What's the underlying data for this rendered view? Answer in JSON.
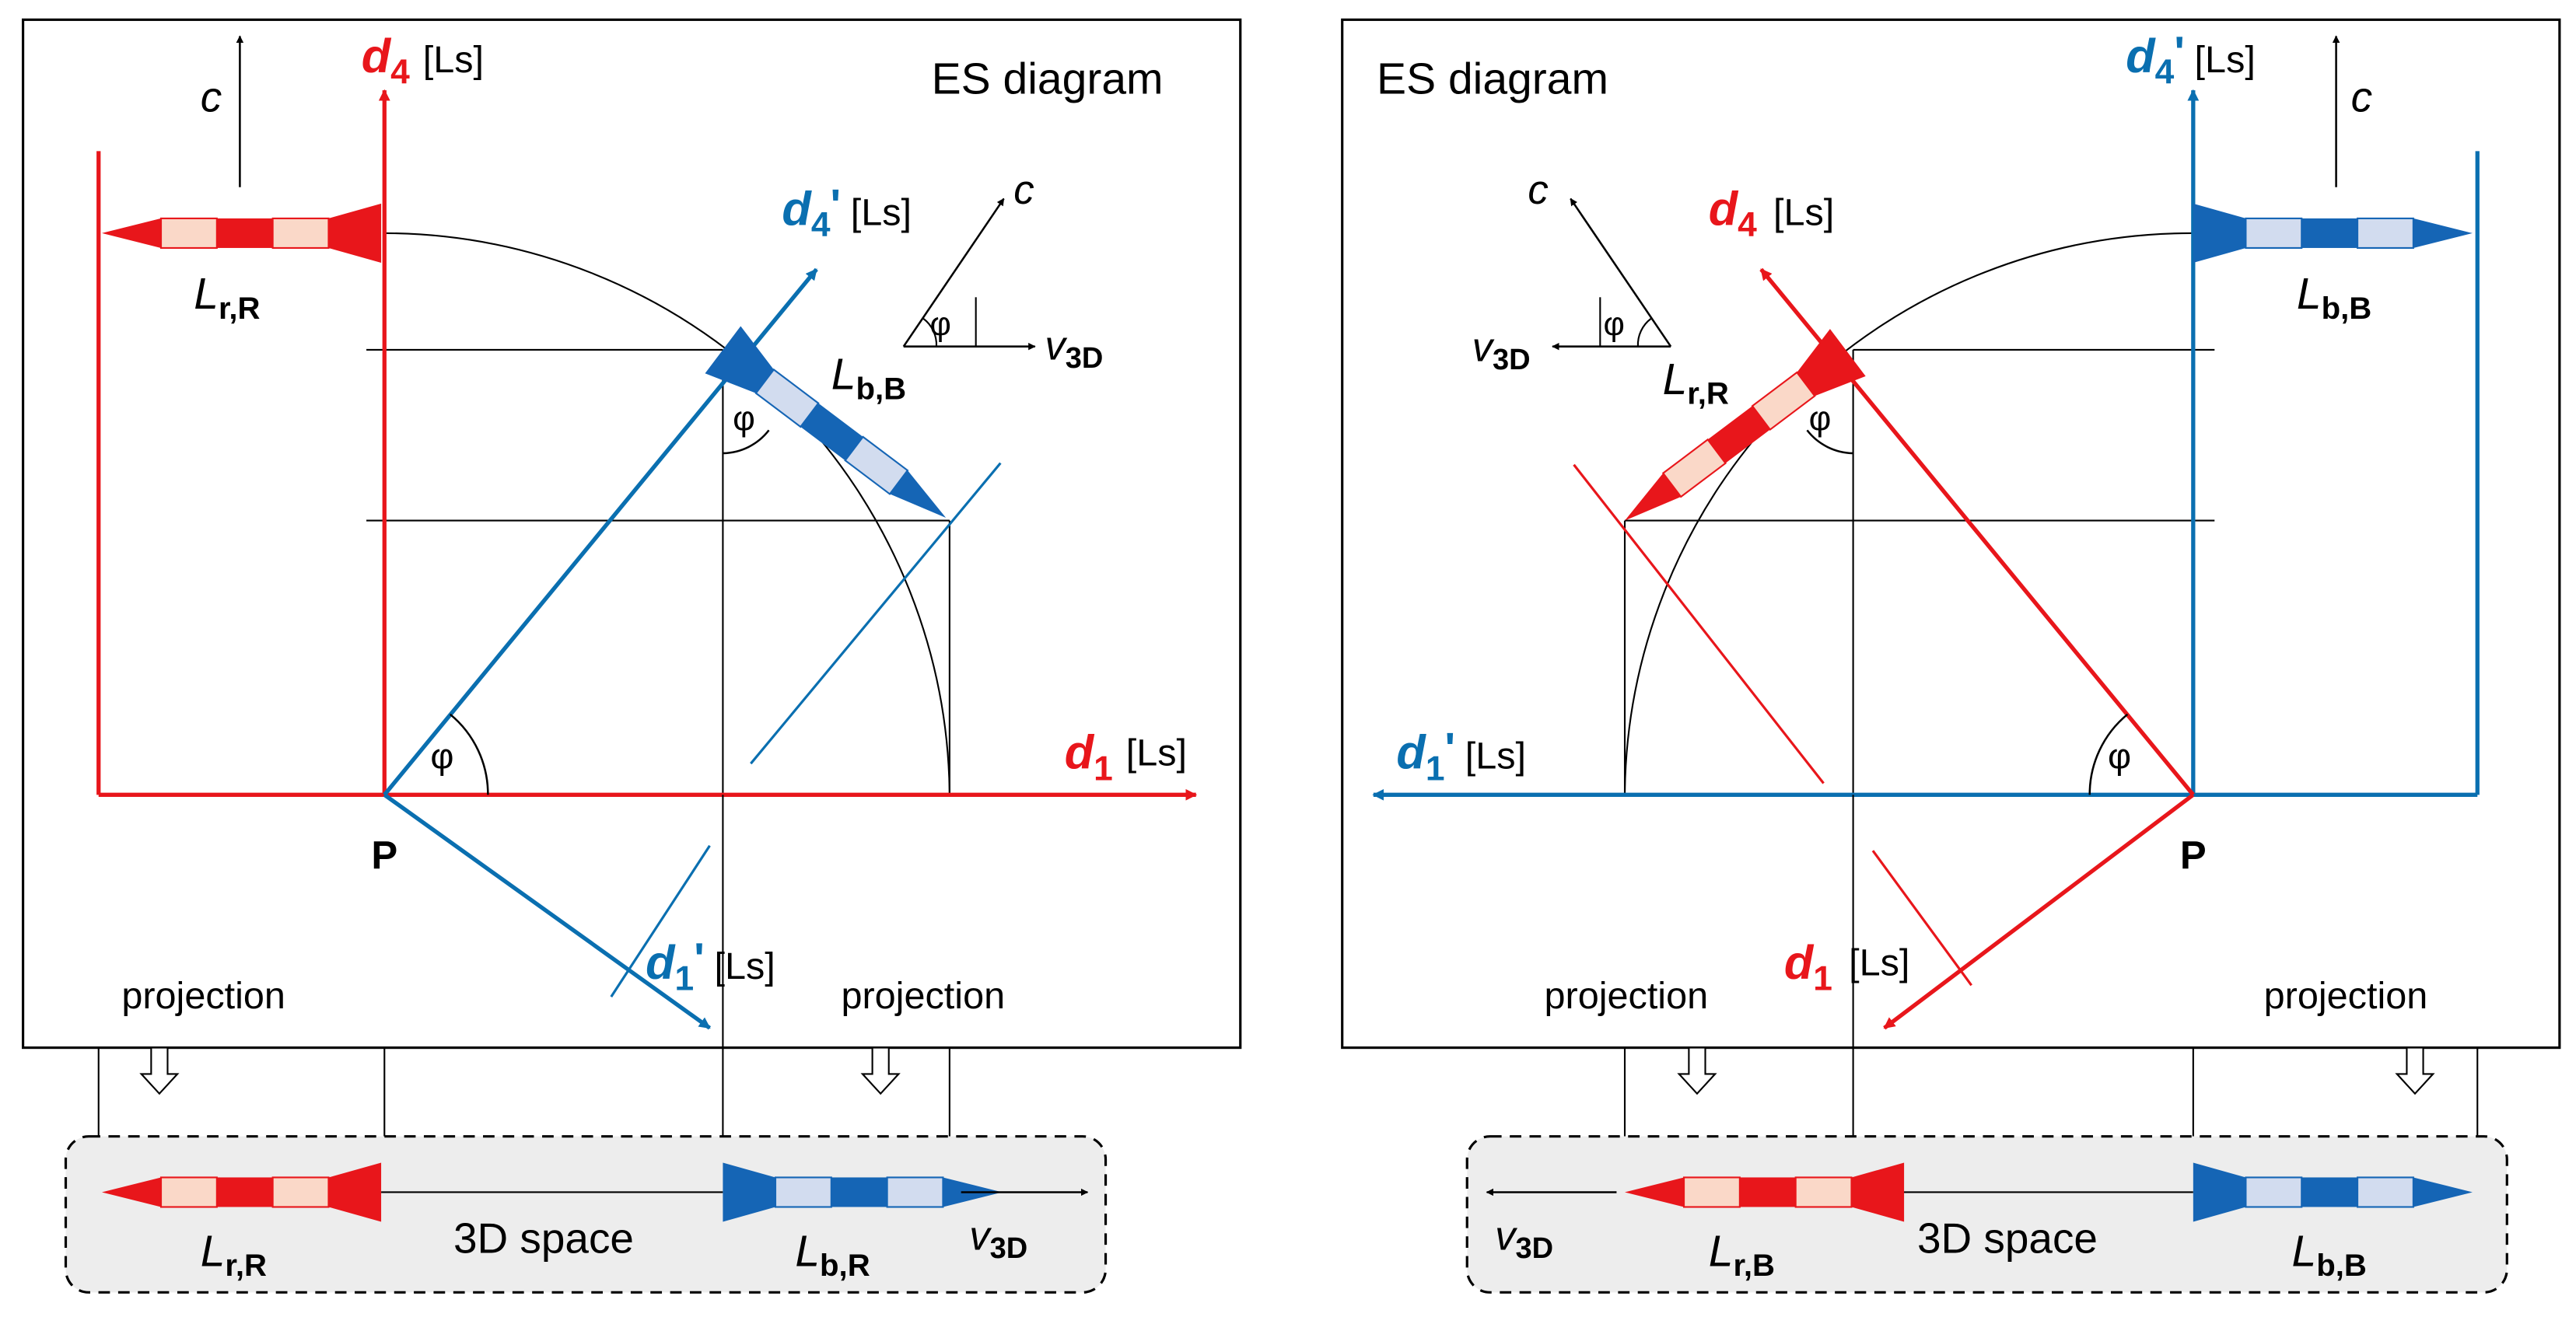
{
  "colors": {
    "red": "#e8161b",
    "blue": "#0a6fb0",
    "dark_blue": "#1565b5",
    "light_blue": "#d2dcef",
    "light_red": "#fad8c8",
    "panel_gray": "#ededed",
    "black": "#000000"
  },
  "left": {
    "title": "ES diagram",
    "axis_d4": {
      "name": "d",
      "sub": "4",
      "unit": "[Ls]"
    },
    "axis_d1": {
      "name": "d",
      "sub": "1",
      "unit": "[Ls]"
    },
    "axis_d4p": {
      "name": "d",
      "sub": "4",
      "prime": "'",
      "unit": "[Ls]"
    },
    "axis_d1p": {
      "name": "d",
      "sub": "1",
      "prime": "'",
      "unit": "[Ls]"
    },
    "origin": "P",
    "angle": "φ",
    "c": "c",
    "v3d": {
      "name": "v",
      "sub": "3D"
    },
    "rocket_r": {
      "name": "L",
      "sub": "r,R"
    },
    "rocket_b": {
      "name": "L",
      "sub": "b,B"
    },
    "projection_1": "projection",
    "projection_2": "projection",
    "space": {
      "label": "3D space",
      "r": {
        "name": "L",
        "sub": "r,R"
      },
      "b": {
        "name": "L",
        "sub": "b,R"
      },
      "v": {
        "name": "v",
        "sub": "3D"
      }
    }
  },
  "right": {
    "title": "ES diagram",
    "axis_d4p": {
      "name": "d",
      "sub": "4",
      "prime": "'",
      "unit": "[Ls]"
    },
    "axis_d4": {
      "name": "d",
      "sub": "4",
      "unit": "[Ls]"
    },
    "axis_d1p": {
      "name": "d",
      "sub": "1",
      "prime": "'",
      "unit": "[Ls]"
    },
    "axis_d1": {
      "name": "d",
      "sub": "1",
      "unit": "[Ls]"
    },
    "origin": "P",
    "angle": "φ",
    "c": "c",
    "v3d": {
      "name": "v",
      "sub": "3D"
    },
    "rocket_r": {
      "name": "L",
      "sub": "r,R"
    },
    "rocket_b": {
      "name": "L",
      "sub": "b,B"
    },
    "projection_1": "projection",
    "projection_2": "projection",
    "space": {
      "label": "3D space",
      "r": {
        "name": "L",
        "sub": "r,B"
      },
      "b": {
        "name": "L",
        "sub": "b,B"
      },
      "v": {
        "name": "v",
        "sub": "3D"
      }
    }
  }
}
